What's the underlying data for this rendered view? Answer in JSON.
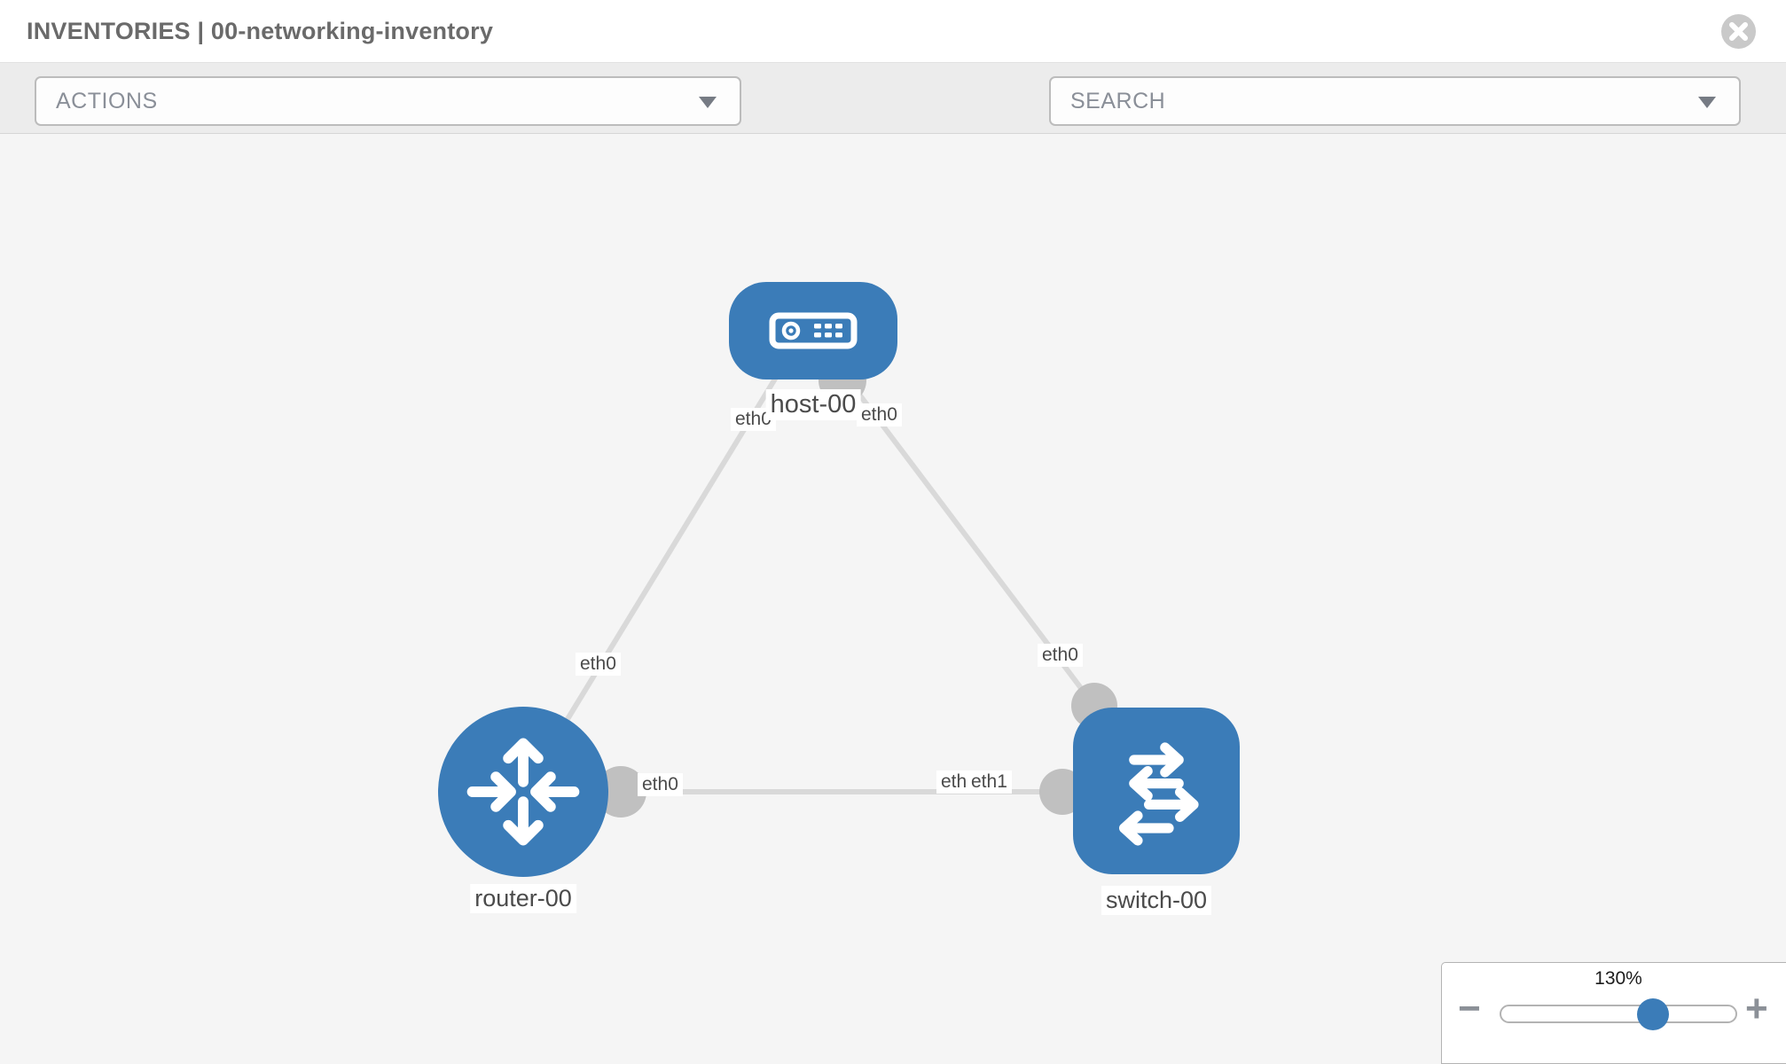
{
  "window": {
    "title": "INVENTORIES | 00-networking-inventory"
  },
  "toolbar": {
    "actions_label": "ACTIONS",
    "search_placeholder": "SEARCH"
  },
  "topology": {
    "node_labels": {
      "host": "host-00",
      "router": "router-00",
      "switch": "switch-00"
    },
    "interface_labels": {
      "host_left": "eth0",
      "host_right": "eth0",
      "host_router_link": "eth0",
      "router_right": "eth0",
      "switch_left_under": "eth0",
      "switch_left_top": "eth1",
      "switch_top": "eth0"
    },
    "links": [
      {
        "from": "host-00",
        "from_interface": "eth0",
        "to": "router-00",
        "to_interface": "eth0"
      },
      {
        "from": "host-00",
        "from_interface": "eth0",
        "to": "switch-00",
        "to_interface": "eth0"
      },
      {
        "from": "router-00",
        "from_interface": "eth0",
        "to": "switch-00",
        "to_interface": "eth1"
      }
    ]
  },
  "zoom_control": {
    "level": "130%",
    "minus": "−",
    "plus": "+"
  },
  "colors": {
    "node_blue": "#3b7cb8",
    "link_gray": "#d9d9d9",
    "connector_gray": "#c0c0c0",
    "canvas_bg": "#f5f5f5",
    "toolbar_bg": "#ececec"
  }
}
